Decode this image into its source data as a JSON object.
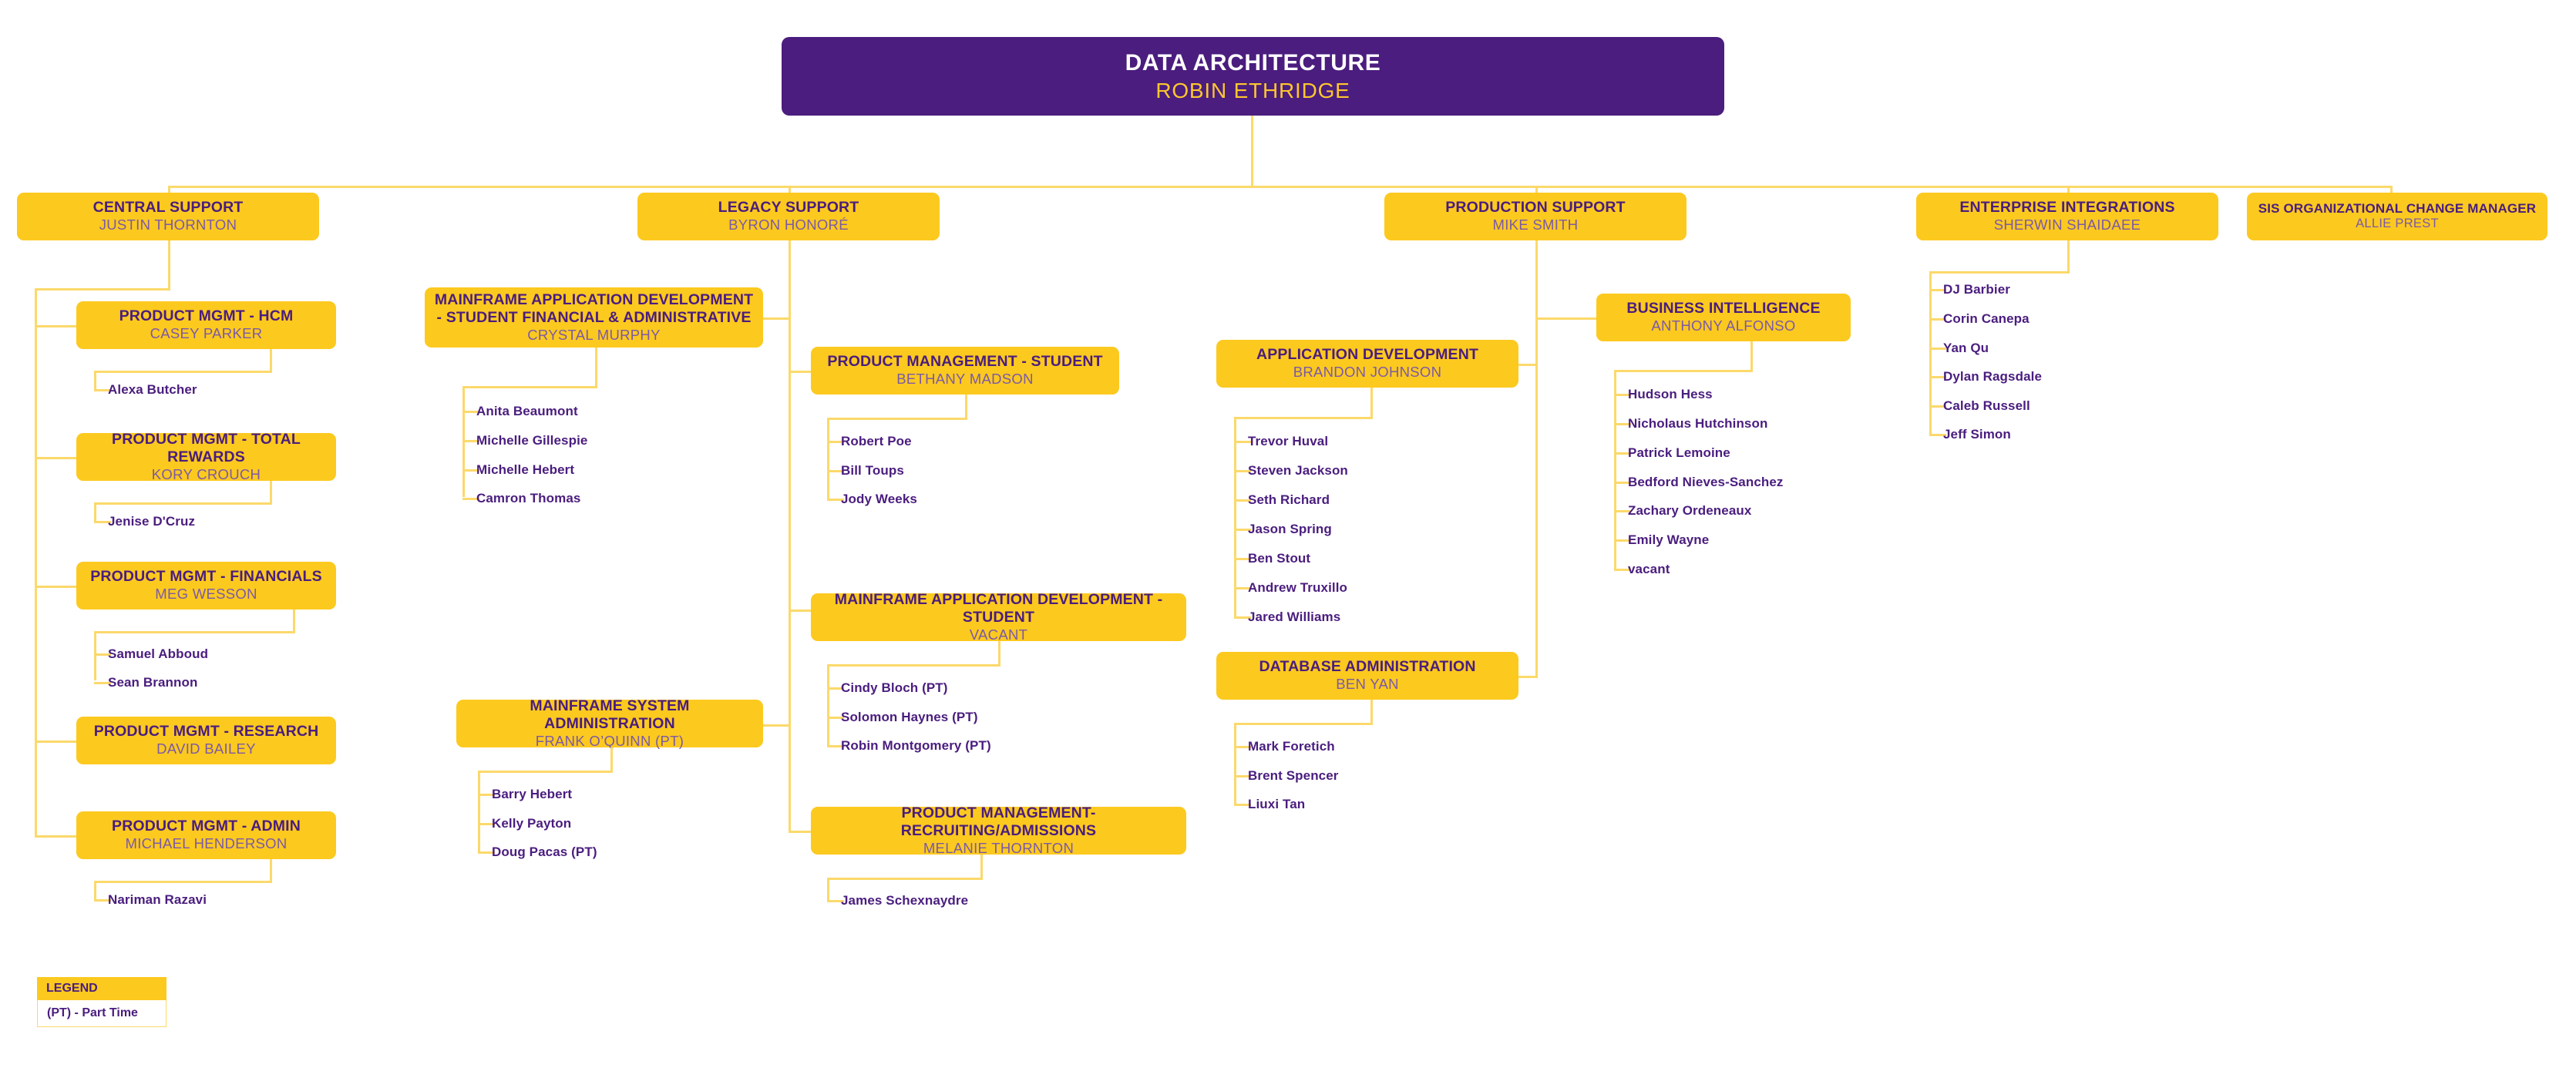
{
  "root": {
    "title": "DATA ARCHITECTURE",
    "name": "ROBIN ETHRIDGE"
  },
  "divisions": [
    {
      "title": "CENTRAL SUPPORT",
      "name": "JUSTIN THORNTON"
    },
    {
      "title": "LEGACY SUPPORT",
      "name": "BYRON HONORÉ"
    },
    {
      "title": "PRODUCTION SUPPORT",
      "name": "MIKE SMITH"
    },
    {
      "title": "ENTERPRISE INTEGRATIONS",
      "name": "SHERWIN SHAIDAEE"
    },
    {
      "title": "SIS ORGANIZATIONAL CHANGE MANAGER",
      "name": "ALLIE PREST"
    }
  ],
  "central_support": {
    "units": [
      {
        "title": "PRODUCT MGMT - HCM",
        "name": "CASEY PARKER",
        "staff": [
          "Alexa Butcher"
        ]
      },
      {
        "title": "PRODUCT MGMT - TOTAL REWARDS",
        "name": "KORY CROUCH",
        "staff": [
          "Jenise D'Cruz"
        ]
      },
      {
        "title": "PRODUCT MGMT - FINANCIALS",
        "name": "MEG WESSON",
        "staff": [
          "Samuel Abboud",
          "Sean Brannon"
        ]
      },
      {
        "title": "PRODUCT MGMT - RESEARCH",
        "name": "DAVID BAILEY",
        "staff": []
      },
      {
        "title": "PRODUCT MGMT - ADMIN",
        "name": "MICHAEL HENDERSON",
        "staff": [
          "Nariman Razavi"
        ]
      }
    ]
  },
  "legacy_support": {
    "units": [
      {
        "title": "MAINFRAME APPLICATION DEVELOPMENT - STUDENT FINANCIAL & ADMINISTRATIVE",
        "name": "CRYSTAL MURPHY",
        "staff": [
          "Anita Beaumont",
          "Michelle Gillespie",
          "Michelle Hebert",
          "Camron Thomas"
        ]
      },
      {
        "title": "MAINFRAME SYSTEM ADMINISTRATION",
        "name": "FRANK O’QUINN (PT)",
        "staff": [
          "Barry Hebert",
          "Kelly Payton",
          "Doug Pacas (PT)"
        ]
      },
      {
        "title": "PRODUCT MANAGEMENT - STUDENT",
        "name": "BETHANY MADSON",
        "staff": [
          "Robert Poe",
          "Bill Toups",
          "Jody Weeks"
        ]
      },
      {
        "title": "MAINFRAME APPLICATION DEVELOPMENT - STUDENT",
        "name": "VACANT",
        "staff": [
          "Cindy Bloch (PT)",
          "Solomon Haynes (PT)",
          "Robin Montgomery (PT)"
        ]
      },
      {
        "title": "PRODUCT MANAGEMENT- RECRUITING/ADMISSIONS",
        "name": "MELANIE THORNTON",
        "staff": [
          "James Schexnaydre"
        ]
      }
    ]
  },
  "production_support": {
    "units": [
      {
        "title": "APPLICATION DEVELOPMENT",
        "name": "BRANDON JOHNSON",
        "staff": [
          "Trevor Huval",
          "Steven Jackson",
          "Seth Richard",
          "Jason Spring",
          "Ben Stout",
          "Andrew Truxillo",
          "Jared Williams"
        ]
      },
      {
        "title": "DATABASE ADMINISTRATION",
        "name": "BEN YAN",
        "staff": [
          "Mark Foretich",
          "Brent Spencer",
          "Liuxi Tan"
        ]
      },
      {
        "title": "BUSINESS INTELLIGENCE",
        "name": "ANTHONY ALFONSO",
        "staff": [
          "Hudson Hess",
          "Nicholaus Hutchinson",
          "Patrick Lemoine",
          "Bedford Nieves-Sanchez",
          "Zachary Ordeneaux",
          "Emily Wayne",
          "vacant"
        ]
      }
    ]
  },
  "enterprise_integrations": {
    "staff": [
      "DJ Barbier",
      "Corin Canepa",
      "Yan Qu",
      "Dylan Ragsdale",
      "Caleb Russell",
      "Jeff Simon"
    ]
  },
  "legend": {
    "heading": "LEGEND",
    "entry": "(PT) - Part Time"
  },
  "colors": {
    "root_purple": "#4A1D7E",
    "box_yellow": "#FCC91F",
    "line_yellow": "#FBD96B",
    "title_purple": "#4A1D7E",
    "name_purple": "#7B5AA6",
    "root_name_gold": "#FDC62E"
  }
}
